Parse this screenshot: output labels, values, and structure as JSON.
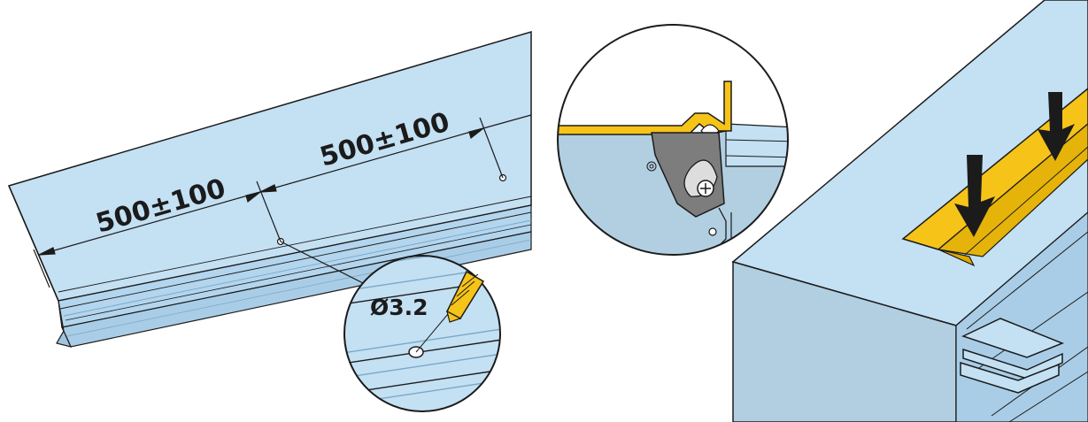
{
  "left_panel": {
    "dimension_1": "500±100",
    "dimension_2": "500±100",
    "drill_diameter": "Ø3.2"
  },
  "colors": {
    "profile_fill": "#c4e0f3",
    "profile_shade": "#a9cde6",
    "accent_yellow": "#f6c318",
    "bracket_grey": "#7d7d7d",
    "line": "#1b1b1b"
  },
  "icons": [
    "drill-bit-icon",
    "screw-head-icon",
    "down-arrow-icon"
  ]
}
